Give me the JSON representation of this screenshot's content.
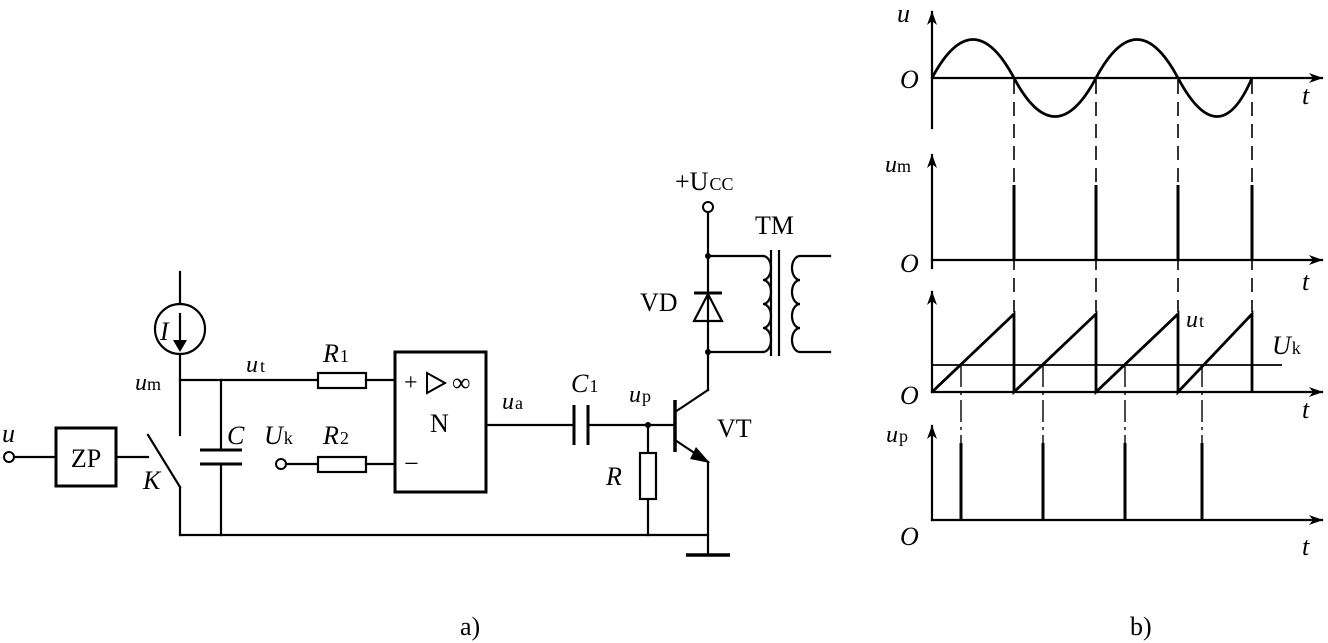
{
  "diagram_a": {
    "caption": "a)",
    "labels": {
      "input_u": "u",
      "zp": "ZP",
      "switch_k": "K",
      "current_i": "I",
      "um": "u",
      "um_sub": "m",
      "ut": "u",
      "ut_sub": "t",
      "cap_c": "C",
      "uk": "U",
      "uk_sub": "k",
      "r1": "R",
      "r1_sub": "1",
      "r2": "R",
      "r2_sub": "2",
      "opamp_plus": "+",
      "opamp_inf": "∞",
      "opamp_minus": "−",
      "opamp_n": "N",
      "ua": "u",
      "ua_sub": "a",
      "c1": "C",
      "c1_sub": "1",
      "up": "u",
      "up_sub": "p",
      "r": "R",
      "vt": "VT",
      "vd": "VD",
      "ucc": "+U",
      "ucc_sub": "CC",
      "tm": "TM"
    }
  },
  "diagram_b": {
    "caption": "b)",
    "panels": [
      {
        "name": "u",
        "ylabel": "u",
        "ylabel_sub": "",
        "origin": "O",
        "xlabel": "t"
      },
      {
        "name": "um",
        "ylabel": "u",
        "ylabel_sub": "m",
        "origin": "O",
        "xlabel": "t"
      },
      {
        "name": "ut",
        "ylabel": "",
        "ylabel_sub": "",
        "origin": "O",
        "xlabel": "t",
        "curve_label": "u",
        "curve_label_sub": "t",
        "level_label": "U",
        "level_label_sub": "k"
      },
      {
        "name": "up",
        "ylabel": "u",
        "ylabel_sub": "p",
        "origin": "O",
        "xlabel": "t"
      }
    ]
  }
}
